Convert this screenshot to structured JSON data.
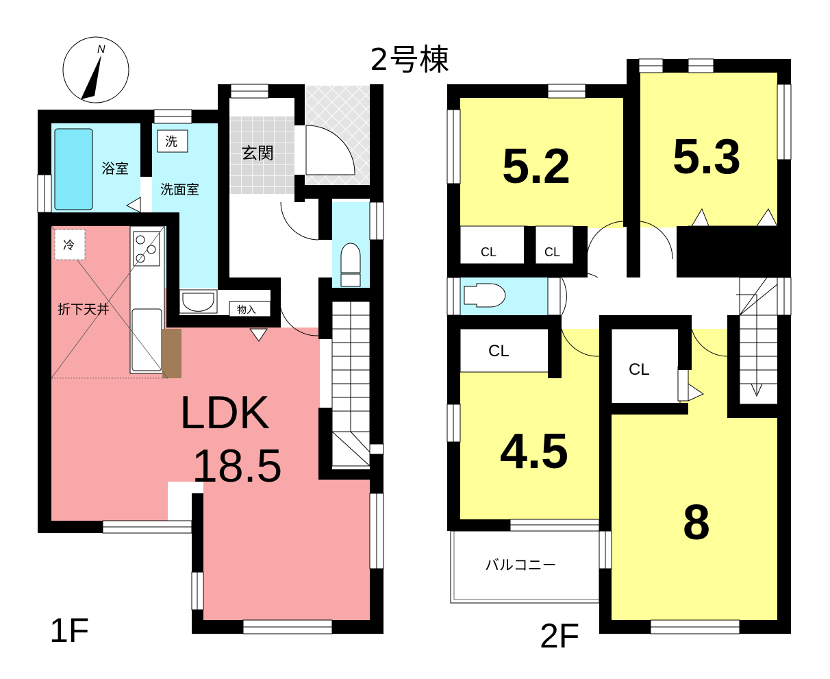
{
  "building": {
    "title": "2号棟"
  },
  "compass": {
    "label": "N"
  },
  "floor1": {
    "label": "1F",
    "rooms": {
      "bath": "浴室",
      "washroom": "洗面室",
      "washer": "洗",
      "entrance": "玄関",
      "fridge": "冷",
      "lowered_ceiling": "折下天井",
      "storage": "物入",
      "ldk_name": "LDK",
      "ldk_size": "18.5"
    }
  },
  "floor2": {
    "label": "2F",
    "rooms": {
      "room_a": "5.2",
      "room_b": "5.3",
      "room_c": "4.5",
      "room_d": "8",
      "closet": "CL",
      "balcony": "バルコニー"
    }
  },
  "colors": {
    "ldk": "#f8a8a8",
    "wet": "#bff8ff",
    "bedroom": "#ffff99",
    "entrance": "#dcdcdc",
    "wood": "#a07c58"
  }
}
